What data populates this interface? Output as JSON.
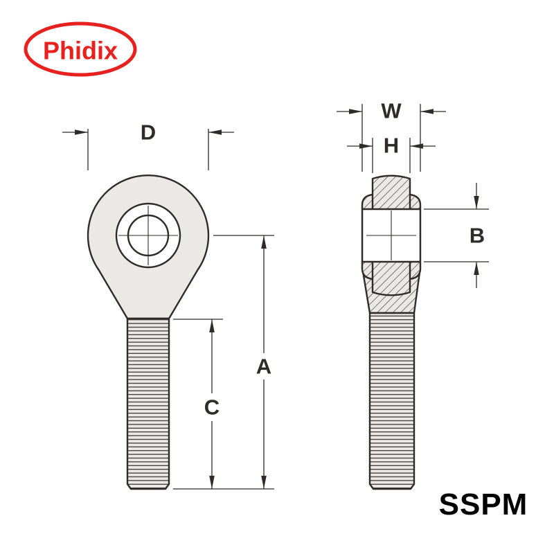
{
  "colors": {
    "background": "#ffffff",
    "line": "#2e2b28",
    "part_fill": "#eae9e6",
    "brand": "#e8211f",
    "code": "#000000"
  },
  "logo": {
    "brand": "Phidix"
  },
  "part_code": "SSPM",
  "views": {
    "front": {
      "labels": {
        "head_diameter": "D",
        "overall_length": "A",
        "thread_length": "C"
      }
    },
    "side": {
      "labels": {
        "housing_width": "W",
        "ball_width": "H",
        "bore_length": "B"
      }
    }
  }
}
